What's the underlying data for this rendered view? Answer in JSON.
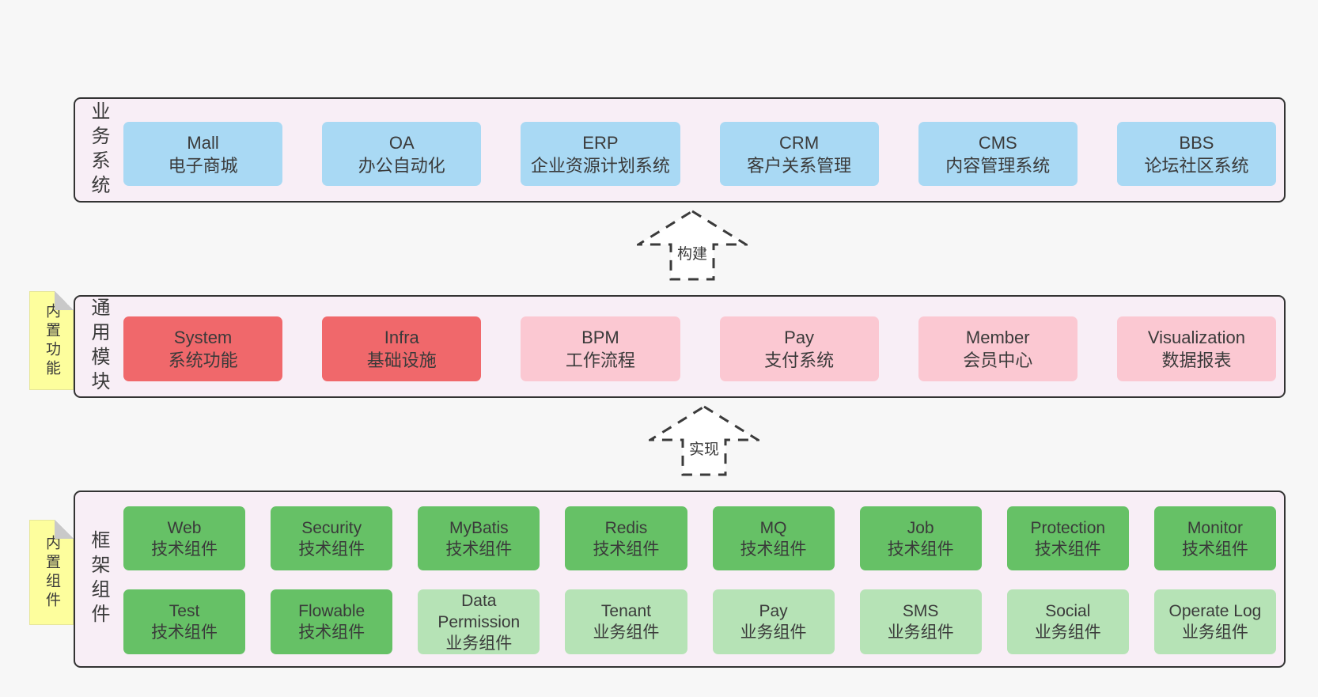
{
  "colors": {
    "page_bg": "#f7f7f7",
    "container_bg": "#f8eef6",
    "container_border": "#333333",
    "box_blue": "#a9d9f4",
    "box_red": "#f0686b",
    "box_pink": "#fbc8d2",
    "box_green_dark": "#66c166",
    "box_green_light": "#b6e3b6",
    "note_yellow": "#fdfe9d",
    "note_fold": "#c9c9c9",
    "text": "#3a3a3a",
    "arrow_stroke": "#3b3b3b"
  },
  "arrows": [
    {
      "label": "构建"
    },
    {
      "label": "实现"
    }
  ],
  "layers": {
    "business": {
      "label": "业务系统",
      "boxes": [
        {
          "name": "Mall",
          "sub": "电子商城"
        },
        {
          "name": "OA",
          "sub": "办公自动化"
        },
        {
          "name": "ERP",
          "sub": "企业资源计划系统"
        },
        {
          "name": "CRM",
          "sub": "客户关系管理"
        },
        {
          "name": "CMS",
          "sub": "内容管理系统"
        },
        {
          "name": "BBS",
          "sub": "论坛社区系统"
        }
      ]
    },
    "modules": {
      "label": "通用模块",
      "note": "内置功能",
      "boxes": [
        {
          "name": "System",
          "sub": "系统功能"
        },
        {
          "name": "Infra",
          "sub": "基础设施"
        },
        {
          "name": "BPM",
          "sub": "工作流程"
        },
        {
          "name": "Pay",
          "sub": "支付系统"
        },
        {
          "name": "Member",
          "sub": "会员中心"
        },
        {
          "name": "Visualization",
          "sub": "数据报表"
        }
      ]
    },
    "components": {
      "label": "框架组件",
      "note": "内置组件",
      "row1": [
        {
          "name": "Web",
          "sub": "技术组件"
        },
        {
          "name": "Security",
          "sub": "技术组件"
        },
        {
          "name": "MyBatis",
          "sub": "技术组件"
        },
        {
          "name": "Redis",
          "sub": "技术组件"
        },
        {
          "name": "MQ",
          "sub": "技术组件"
        },
        {
          "name": "Job",
          "sub": "技术组件"
        },
        {
          "name": "Protection",
          "sub": "技术组件"
        },
        {
          "name": "Monitor",
          "sub": "技术组件"
        }
      ],
      "row2": [
        {
          "name": "Test",
          "sub": "技术组件"
        },
        {
          "name": "Flowable",
          "sub": "技术组件"
        },
        {
          "name": "Data Permission",
          "sub": "业务组件"
        },
        {
          "name": "Tenant",
          "sub": "业务组件"
        },
        {
          "name": "Pay",
          "sub": "业务组件"
        },
        {
          "name": "SMS",
          "sub": "业务组件"
        },
        {
          "name": "Social",
          "sub": "业务组件"
        },
        {
          "name": "Operate Log",
          "sub": "业务组件"
        }
      ]
    }
  }
}
